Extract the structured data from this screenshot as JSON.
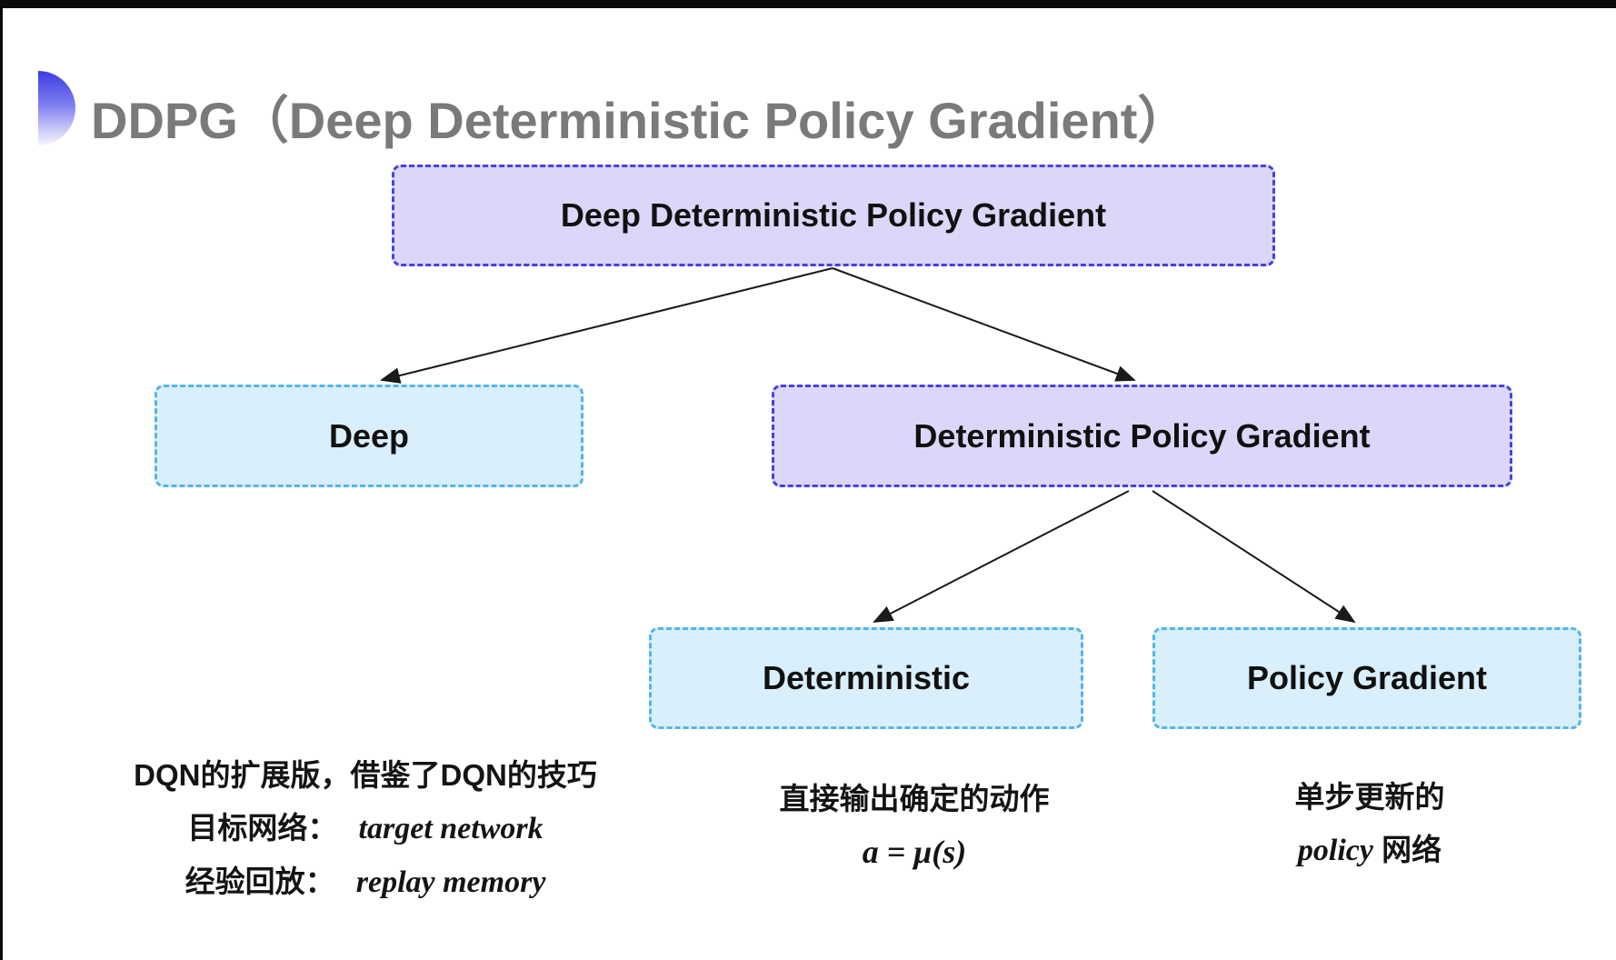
{
  "title": "DDPG（Deep Deterministic Policy Gradient）",
  "tree": {
    "root": "Deep Deterministic Policy Gradient",
    "deep": "Deep",
    "dpg": "Deterministic Policy Gradient",
    "deterministic": "Deterministic",
    "policy_gradient": "Policy Gradient"
  },
  "notes": {
    "left": {
      "line1": "DQN的扩展版，借鉴了DQN的技巧",
      "line2_label": "目标网络：",
      "line2_value": "target network",
      "line3_label": "经验回放：",
      "line3_value": "replay memory"
    },
    "middle": {
      "line1": "直接输出确定的动作",
      "formula": "a = μ(s)"
    },
    "right": {
      "line1": "单步更新的",
      "line2_italic": "policy",
      "line2_rest": " 网络"
    }
  },
  "icons": {
    "title_bullet": "blue-gradient-semicircle-icon"
  },
  "colors": {
    "purple_fill": "#dcd7f8",
    "purple_border": "#4543da",
    "cyan_fill": "#d9effb",
    "cyan_border": "#54b5e6",
    "title_gray": "#7a7a7a",
    "text_black": "#111111",
    "edge_black": "#0a0a0a"
  }
}
